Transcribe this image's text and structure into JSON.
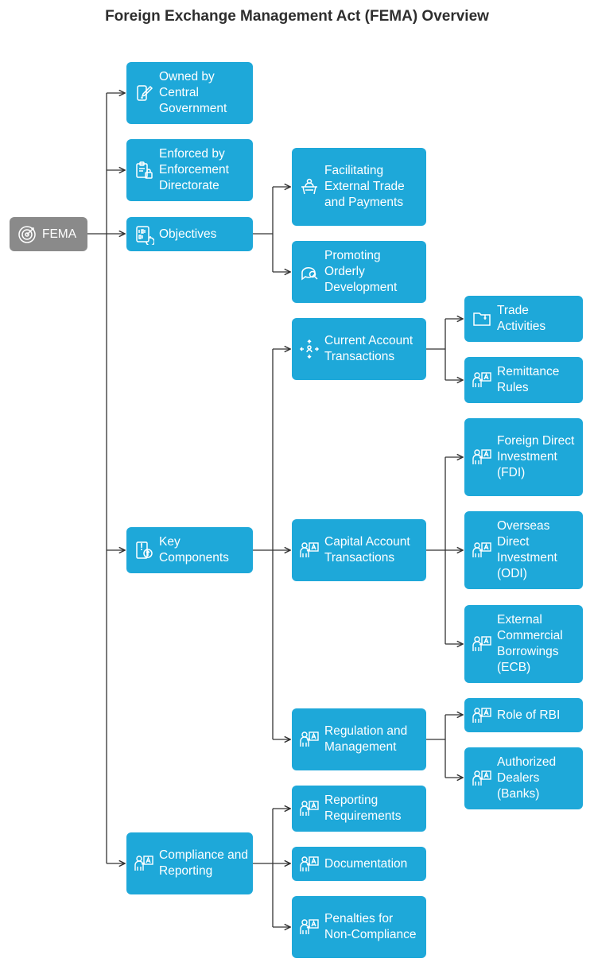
{
  "title": "Foreign Exchange Management Act (FEMA) Overview",
  "colors": {
    "node": "#1ea8d9",
    "root": "#8a8a8a",
    "connector": "#333333"
  },
  "nodes": {
    "fema": {
      "label": "FEMA",
      "icon": "target-icon"
    },
    "owned": {
      "label": "Owned by Central Government",
      "icon": "phone-pen-icon"
    },
    "enforced": {
      "label": "Enforced by Enforcement Directorate",
      "icon": "clipboard-lock-icon"
    },
    "objectives": {
      "label": "Objectives",
      "icon": "binary-refresh-icon"
    },
    "facilitating": {
      "label": "Facilitating External Trade and Payments",
      "icon": "desk-icon"
    },
    "promoting": {
      "label": "Promoting Orderly Development",
      "icon": "chat-search-icon"
    },
    "key": {
      "label": "Key Components",
      "icon": "zipper-upload-icon"
    },
    "current": {
      "label": "Current Account Transactions",
      "icon": "move-person-icon"
    },
    "trade": {
      "label": "Trade Activities",
      "icon": "folder-icon"
    },
    "remittance": {
      "label": "Remittance Rules",
      "icon": "presenter-icon"
    },
    "capital": {
      "label": "Capital Account Transactions",
      "icon": "presenter-icon"
    },
    "fdi": {
      "label": "Foreign Direct Investment (FDI)",
      "icon": "presenter-icon"
    },
    "odi": {
      "label": "Overseas Direct Investment (ODI)",
      "icon": "presenter-icon"
    },
    "ecb": {
      "label": "External Commercial Borrowings (ECB)",
      "icon": "presenter-icon"
    },
    "regulation": {
      "label": "Regulation and Management",
      "icon": "presenter-icon"
    },
    "rbi": {
      "label": "Role of RBI",
      "icon": "presenter-icon"
    },
    "dealers": {
      "label": "Authorized Dealers (Banks)",
      "icon": "presenter-icon"
    },
    "compliance": {
      "label": "Compliance and Reporting",
      "icon": "presenter-icon"
    },
    "reporting": {
      "label": "Reporting Requirements",
      "icon": "presenter-icon"
    },
    "documentation": {
      "label": "Documentation",
      "icon": "presenter-icon"
    },
    "penalties": {
      "label": "Penalties for Non-Compliance",
      "icon": "presenter-icon"
    }
  }
}
